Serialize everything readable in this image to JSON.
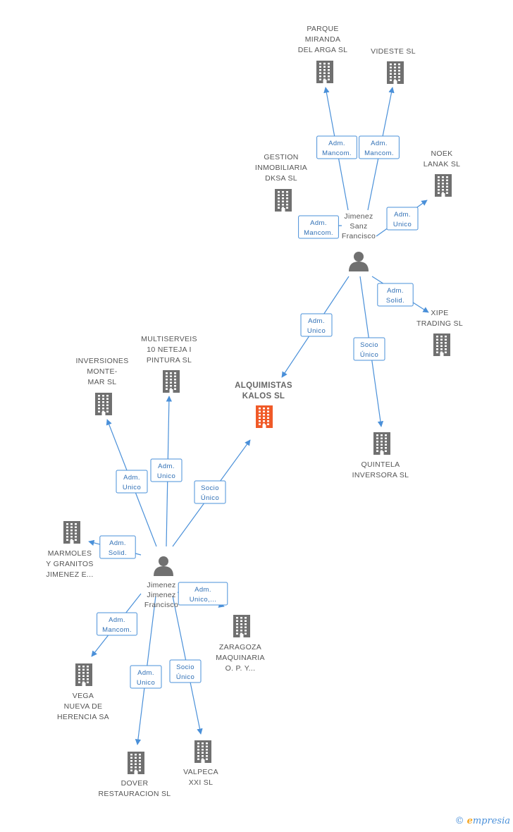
{
  "colors": {
    "edge": "#4a90d9",
    "company": "#707070",
    "focus": "#f05a28",
    "person": "#707070"
  },
  "nodes": [
    {
      "id": "parque",
      "type": "company",
      "lines": [
        "PARQUE",
        "MIRANDA",
        "DEL ARGA SL"
      ]
    },
    {
      "id": "videste",
      "type": "company",
      "lines": [
        "VIDESTE SL"
      ]
    },
    {
      "id": "gestion",
      "type": "company",
      "lines": [
        "GESTION",
        "INMOBILIARIA",
        "DKSA SL"
      ]
    },
    {
      "id": "noek",
      "type": "company",
      "lines": [
        "NOEK",
        "LANAK SL"
      ]
    },
    {
      "id": "xipe",
      "type": "company",
      "lines": [
        "XIPE",
        "TRADING SL"
      ]
    },
    {
      "id": "quintela",
      "type": "company",
      "lines": [
        "QUINTELA",
        "INVERSORA SL"
      ]
    },
    {
      "id": "alquimistas",
      "type": "focus",
      "lines": [
        "ALQUIMISTAS",
        "KALOS SL"
      ]
    },
    {
      "id": "multiserveis",
      "type": "company",
      "lines": [
        "MULTISERVEIS",
        "10 NETEJA I",
        "PINTURA SL"
      ]
    },
    {
      "id": "inversiones",
      "type": "company",
      "lines": [
        "INVERSIONES",
        "MONTE-",
        "MAR SL"
      ]
    },
    {
      "id": "marmoles",
      "type": "company",
      "lines": [
        "MARMOLES",
        "Y GRANITOS",
        "JIMENEZ E..."
      ]
    },
    {
      "id": "zaragoza",
      "type": "company",
      "lines": [
        "ZARAGOZA",
        "MAQUINARIA",
        "O. P. Y..."
      ]
    },
    {
      "id": "vega",
      "type": "company",
      "lines": [
        "VEGA",
        "NUEVA DE",
        "HERENCIA SA"
      ]
    },
    {
      "id": "dover",
      "type": "company",
      "lines": [
        "DOVER",
        "RESTAURACION SL"
      ]
    },
    {
      "id": "valpeca",
      "type": "company",
      "lines": [
        "VALPECA",
        "XXI SL"
      ]
    },
    {
      "id": "sanz",
      "type": "person",
      "lines": [
        "Jimenez",
        "Sanz",
        "Francisco"
      ]
    },
    {
      "id": "jimenez",
      "type": "person",
      "lines": [
        "Jimenez",
        "Jimenez",
        "Francisco"
      ]
    }
  ],
  "relations": [
    {
      "id": "sanz-parque",
      "lines": [
        "Adm.",
        "Mancom."
      ]
    },
    {
      "id": "sanz-videste",
      "lines": [
        "Adm.",
        "Mancom."
      ]
    },
    {
      "id": "sanz-gestion",
      "lines": [
        "Adm.",
        "Mancom."
      ]
    },
    {
      "id": "sanz-noek",
      "lines": [
        "Adm.",
        "Unico"
      ]
    },
    {
      "id": "sanz-xipe",
      "lines": [
        "Adm.",
        "Solid."
      ]
    },
    {
      "id": "sanz-alquimistas",
      "lines": [
        "Adm.",
        "Unico"
      ]
    },
    {
      "id": "sanz-quintela",
      "lines": [
        "Socio",
        "Único"
      ]
    },
    {
      "id": "jimenez-inversiones",
      "lines": [
        "Adm.",
        "Unico"
      ]
    },
    {
      "id": "jimenez-multiserveis",
      "lines": [
        "Adm.",
        "Unico"
      ]
    },
    {
      "id": "jimenez-alquimistas",
      "lines": [
        "Socio",
        "Único"
      ]
    },
    {
      "id": "jimenez-marmoles",
      "lines": [
        "Adm.",
        "Solid."
      ]
    },
    {
      "id": "jimenez-zaragoza",
      "lines": [
        "Adm.",
        "Unico,..."
      ]
    },
    {
      "id": "jimenez-vega",
      "lines": [
        "Adm.",
        "Mancom."
      ]
    },
    {
      "id": "jimenez-dover",
      "lines": [
        "Adm.",
        "Unico"
      ]
    },
    {
      "id": "jimenez-valpeca",
      "lines": [
        "Socio",
        "Único"
      ]
    }
  ],
  "watermark": {
    "copyright": "©",
    "brand_initial": "e",
    "brand_rest": "mpresia"
  }
}
